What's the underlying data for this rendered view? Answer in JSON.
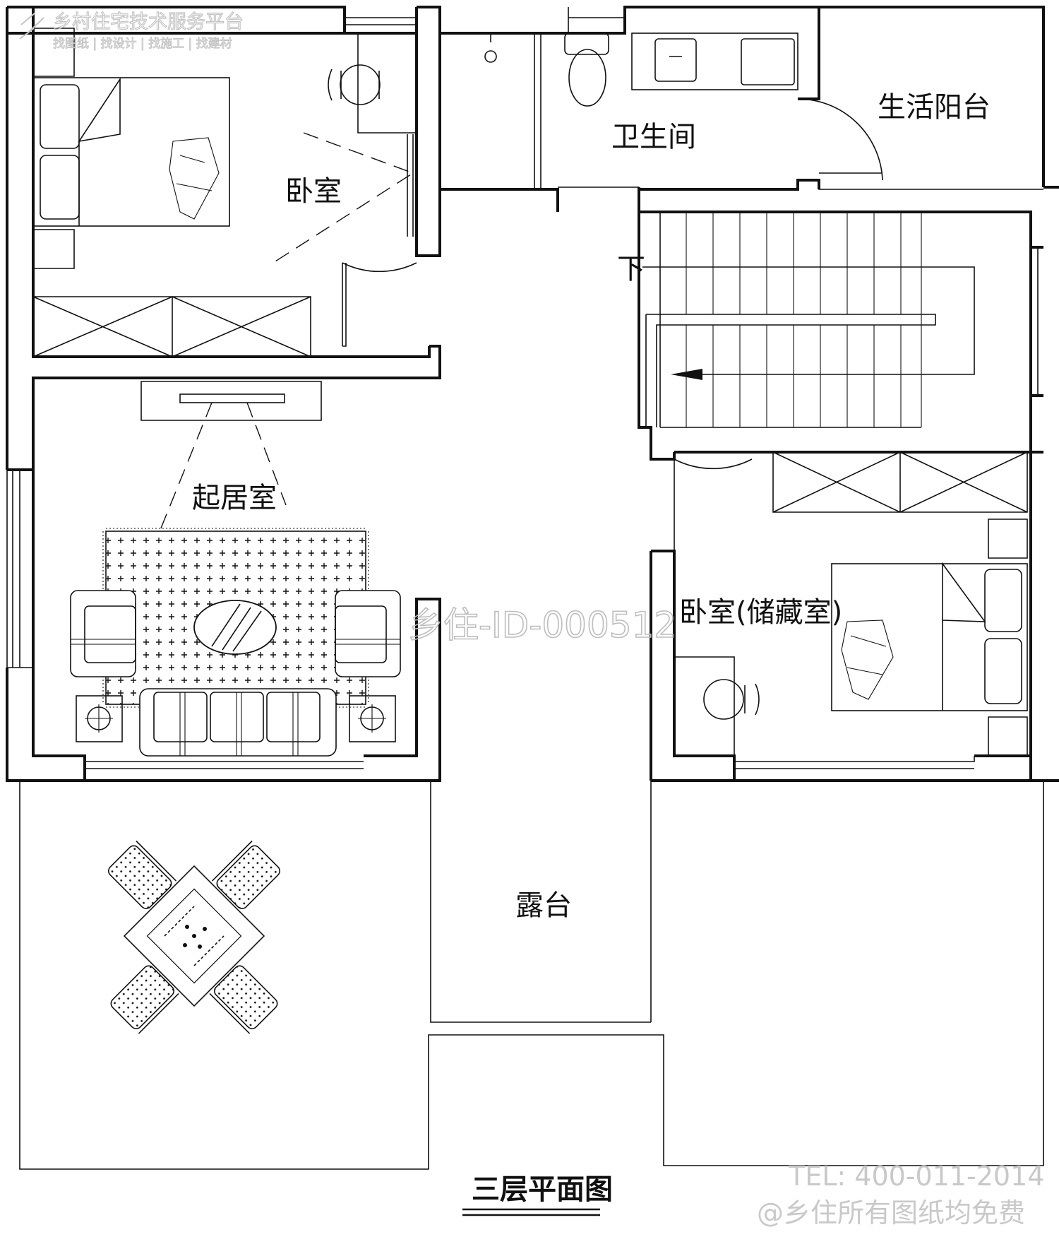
{
  "rooms": {
    "bedroom_main": "卧室",
    "bathroom": "卫生间",
    "service_balcony": "生活阳台",
    "living_room": "起居室",
    "bedroom_storage": "卧室(储藏室)",
    "terrace": "露台"
  },
  "stair_direction": "下",
  "plan_title": "三层平面图",
  "watermarks": {
    "center_id": "乡住-ID-000512",
    "top_left_brand": "乡村住宅技术服务平台",
    "top_left_menu": "找图纸 | 找设计 | 找施工 | 找建材",
    "phone": "TEL: 400-011-2014",
    "free_note": "@乡住所有图纸均免费"
  }
}
